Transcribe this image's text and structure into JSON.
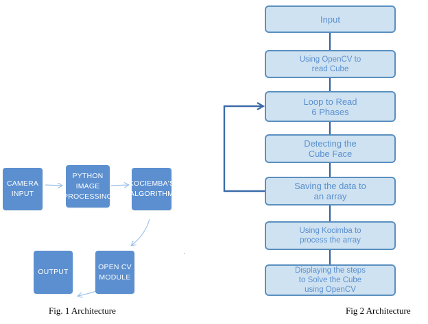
{
  "fig1": {
    "boxes": {
      "camera_input": "CAMERA\nINPUT",
      "python_image_processing": "PYTHON\nIMAGE\nPROCESSING",
      "kociemba_algorithm": "KOCIEMBA'S\nALGORITHM",
      "open_cv_module": "OPEN CV\nMODULE",
      "output": "OUTPUT"
    },
    "caption": "Fig. 1 Architecture"
  },
  "fig2": {
    "boxes": {
      "input": "Input",
      "read_cube": "Using OpenCV to\nread Cube",
      "loop": "Loop to Read\n6 Phases",
      "detect": "Detecting the\nCube Face",
      "save": "Saving the data to\nan array",
      "kocimba": "Using Kocimba to\nprocess the array",
      "display": "Displaying the steps\nto Solve the Cube\nusing OpenCV"
    },
    "caption": "Fig 2 Architecture"
  },
  "colors": {
    "fig1_box": "#5b8fd0",
    "fig1_arrow": "#9ec3e8",
    "fig2_box_fill": "#cfe2f1",
    "fig2_box_border": "#5a8fbf",
    "fig2_text": "#5a90cf",
    "fig2_connector": "#2e5f9a"
  }
}
